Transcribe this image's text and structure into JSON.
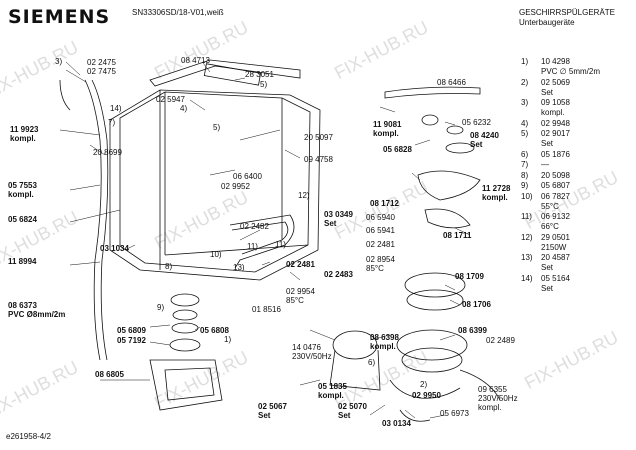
{
  "header": {
    "brand": "SIEMENS",
    "model": "SN33306SD/18-V01,weiß",
    "title_line1": "GESCHIRRSPÜLGERÄTE",
    "title_line2": "Unterbaugeräte"
  },
  "legend": [
    {
      "n": "1)",
      "t": "10 4298\nPVC ∅ 5mm/2m"
    },
    {
      "n": "2)",
      "t": "02 5069\nSet"
    },
    {
      "n": "3)",
      "t": "09 1058\nkompl."
    },
    {
      "n": "4)",
      "t": "02 9948"
    },
    {
      "n": "5)",
      "t": "02 9017\nSet"
    },
    {
      "n": "6)",
      "t": "05 1876"
    },
    {
      "n": "7)",
      "t": "—"
    },
    {
      "n": "8)",
      "t": "20 5098"
    },
    {
      "n": "9)",
      "t": "05 6807"
    },
    {
      "n": "10)",
      "t": "06 7827\n55°C"
    },
    {
      "n": "11)",
      "t": "06 9132\n66°C"
    },
    {
      "n": "12)",
      "t": "29 0501\n2150W"
    },
    {
      "n": "13)",
      "t": "20 4587\nSet"
    },
    {
      "n": "14)",
      "t": "05 5164\nSet"
    }
  ],
  "labels": {
    "l01": "3)",
    "l02": "02 2475",
    "l03": "02 7475",
    "l04": "08 4713",
    "l05": "28 3051",
    "l06": "5)",
    "l07": "14)",
    "l08": "02 5947",
    "l09": "4)",
    "l10": "11 9923\nkompl.",
    "l11": "20 8699",
    "l12": "5)",
    "l13": "20 5097",
    "l14": "06 6400",
    "l15": "02 9952",
    "l16": "09 4758",
    "l17": "05 7553\nkompl.",
    "l18": "05 6824",
    "l19": "12)",
    "l20": "02 2482",
    "l21": "03 0349\nSet",
    "l22": "11 8994",
    "l23": "03 1034",
    "l24": "10)",
    "l25": "11)",
    "l26": "02 2481",
    "l27": "02 2483",
    "l28": "13)",
    "l29": "02 9954\n85°C",
    "l30": "01 8516",
    "l31": "08 6373\nPVC Ø8mm/2m",
    "l32": "9)",
    "l33": "05 6809",
    "l34": "05 6808",
    "l35": "05 7192",
    "l36": "1)",
    "l37": "14 0476\n230V/50Hz",
    "l38": "08 6398\nkompl.",
    "l39": "6)",
    "l40": "08 6805",
    "l41": "05 1835\nkompl.",
    "l42": "02 5067\nSet",
    "l43": "02 5070\nSet",
    "l44": "03 0134",
    "l45": "08 6466",
    "l46": "11 9081\nkompl.",
    "l47": "05 6232",
    "l48": "08 4240\nSet",
    "l49": "05 6828",
    "l50": "11 2728\nkompl.",
    "l51": "08 1712",
    "l52": "06 5940",
    "l53": "06 5941",
    "l54": "02 2481",
    "l55": "02 8954\n85°C",
    "l56": "08 1711",
    "l57": "08 1709",
    "l58": "08 1706",
    "l59": "08 6399",
    "l60": "02 2489",
    "l61": "2)",
    "l62": "02 9950",
    "l63": "05 6973",
    "l64": "09 6355\n230V/50Hz\nkompl.",
    "l65": "11)",
    "l66": "8)",
    "l67": "7)"
  },
  "doc_id": "e261958-4/2"
}
